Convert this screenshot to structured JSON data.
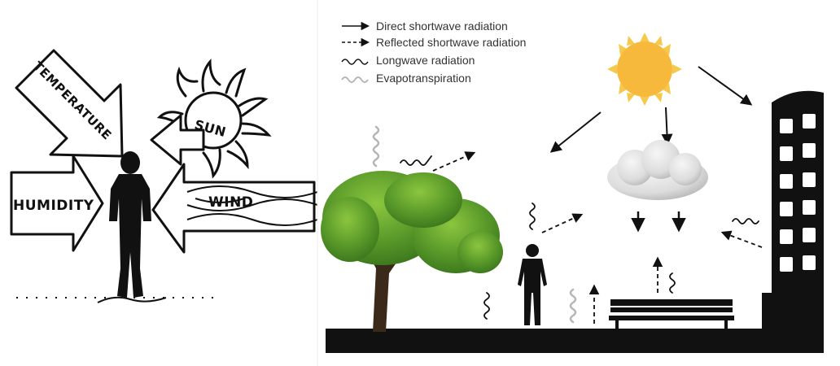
{
  "left_panel": {
    "labels": {
      "temperature": "TEMPERATURE",
      "sun": "SUN",
      "humidity": "HUMIDITY",
      "wind": "WIND"
    }
  },
  "right_panel": {
    "legend": [
      {
        "key": "direct",
        "label": "Direct shortwave radiation"
      },
      {
        "key": "reflected",
        "label": "Reflected shortwave radiation"
      },
      {
        "key": "longwave",
        "label": "Longwave radiation"
      },
      {
        "key": "evapo",
        "label": "Evapotranspiration"
      }
    ]
  },
  "colors": {
    "sun_fill": "#f6b93b",
    "sun_ray": "#f7c94b",
    "tree": "#5a9a2a",
    "ground": "#111111",
    "cloud": "#e4e4e4",
    "evapo": "#b5b5b5"
  }
}
